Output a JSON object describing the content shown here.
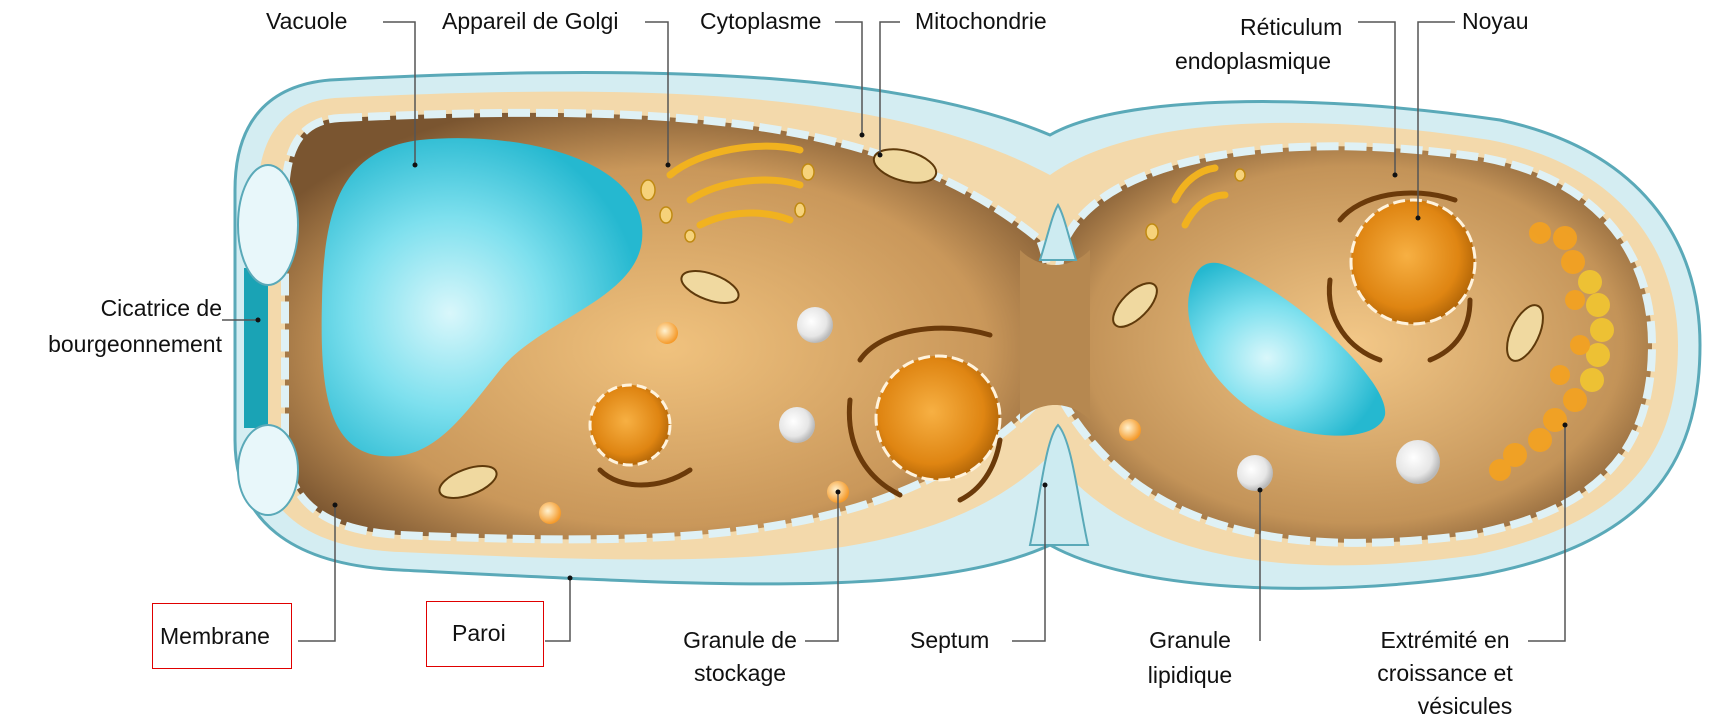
{
  "diagram": {
    "labels": {
      "vacuole": "Vacuole",
      "golgi": "Appareil de Golgi",
      "cytoplasme": "Cytoplasme",
      "mitochondrie": "Mitochondrie",
      "reticulum_line1": "Réticulum",
      "reticulum_line2": "endoplasmique",
      "noyau": "Noyau",
      "cicatrice_line1": "Cicatrice de",
      "cicatrice_line2": "bourgeonnement",
      "membrane": "Membrane",
      "paroi": "Paroi",
      "granule_stockage_line1": "Granule de",
      "granule_stockage_line2": "stockage",
      "septum": "Septum",
      "granule_lipidique_line1": "Granule",
      "granule_lipidique_line2": "lipidique",
      "extremite_line1": "Extrémité en",
      "extremite_line2": "croissance et",
      "extremite_line3": "vésicules"
    },
    "highlighted_labels": [
      "Membrane",
      "Paroi"
    ],
    "colors": {
      "cell_wall": "#cfeaf0",
      "wall_outline": "#5aa9b8",
      "periplasm": "#f5dcb0",
      "cytoplasm": "#b88a4e",
      "cytoplasm_light": "#e9bd7c",
      "vacuole": "#37c7dc",
      "nucleus": "#e88a12",
      "bud_scar": "#1aa3b5",
      "highlight_box": "#e00000",
      "leader_line": "#555555"
    }
  }
}
